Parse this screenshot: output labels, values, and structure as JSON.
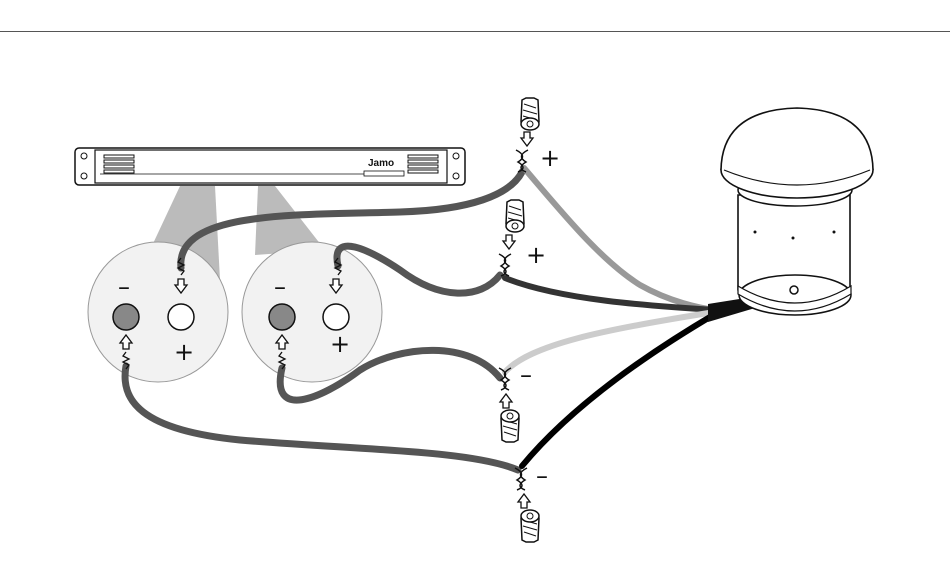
{
  "amplifier": {
    "brand": "Jamo"
  },
  "terminals": {
    "channel_1": {
      "minus": "–",
      "plus": "+"
    },
    "channel_2": {
      "minus": "–",
      "plus": "+"
    }
  },
  "splices": [
    {
      "id": "top-plus",
      "sign": "+"
    },
    {
      "id": "mid-plus",
      "sign": "+"
    },
    {
      "id": "mid-minus",
      "sign": "–"
    },
    {
      "id": "bottom-minus",
      "sign": "–"
    }
  ],
  "colors": {
    "wire_dark": "#555555",
    "wire_medium": "#999999",
    "wire_light": "#cccccc",
    "wire_black": "#000000",
    "terminal_minus_fill": "#888888",
    "beam": "#bbbbbb"
  }
}
